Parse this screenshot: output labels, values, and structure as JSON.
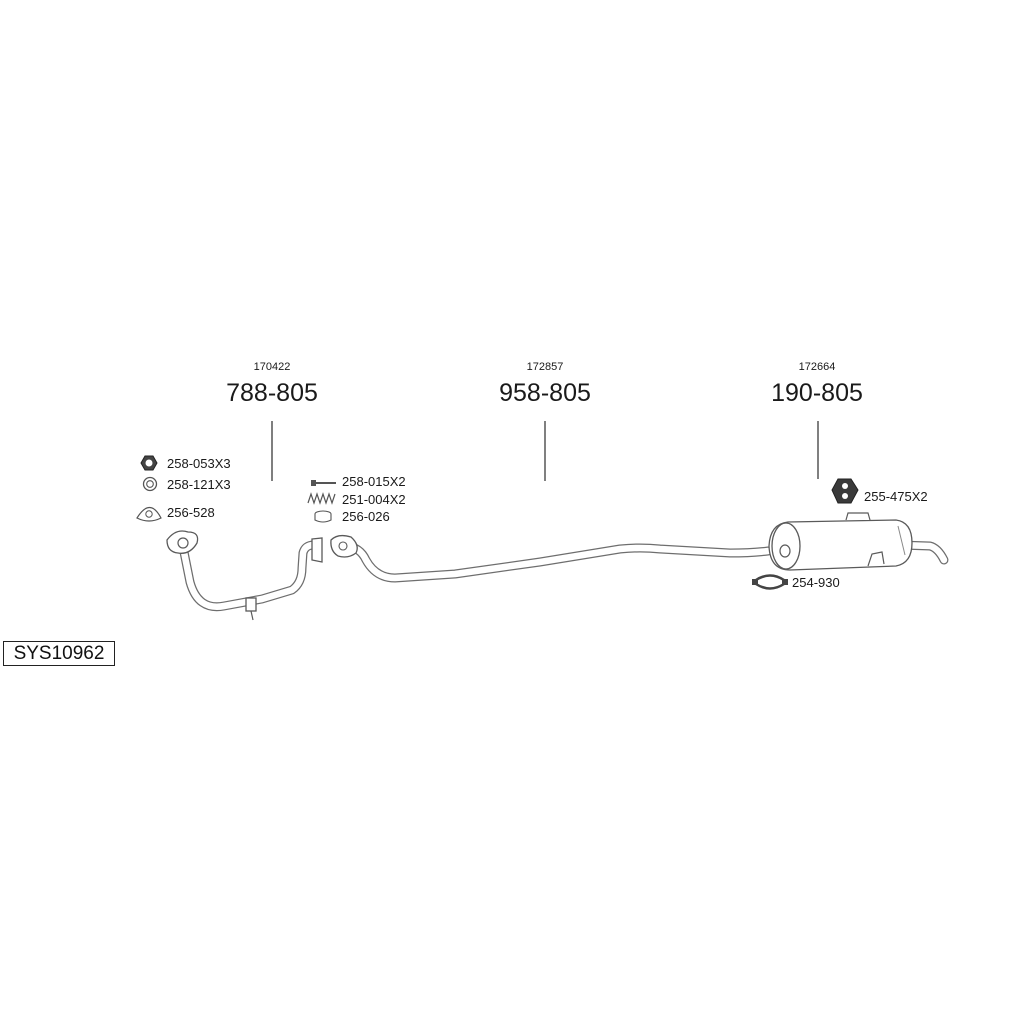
{
  "system_code": "SYS10962",
  "assemblies": [
    {
      "ref": "170422",
      "part_no": "788-805"
    },
    {
      "ref": "172857",
      "part_no": "958-805"
    },
    {
      "ref": "172664",
      "part_no": "190-805"
    }
  ],
  "fittings": [
    {
      "label": "258-053X3",
      "icon": "hex-nut-icon"
    },
    {
      "label": "258-121X3",
      "icon": "ring-washer-icon"
    },
    {
      "label": "256-528",
      "icon": "flange-gasket-icon"
    },
    {
      "label": "258-015X2",
      "icon": "bolt-icon"
    },
    {
      "label": "251-004X2",
      "icon": "spring-icon"
    },
    {
      "label": "256-026",
      "icon": "sealing-ring-icon"
    },
    {
      "label": "255-475X2",
      "icon": "rubber-hanger-icon"
    },
    {
      "label": "254-930",
      "icon": "pipe-clamp-icon"
    }
  ]
}
